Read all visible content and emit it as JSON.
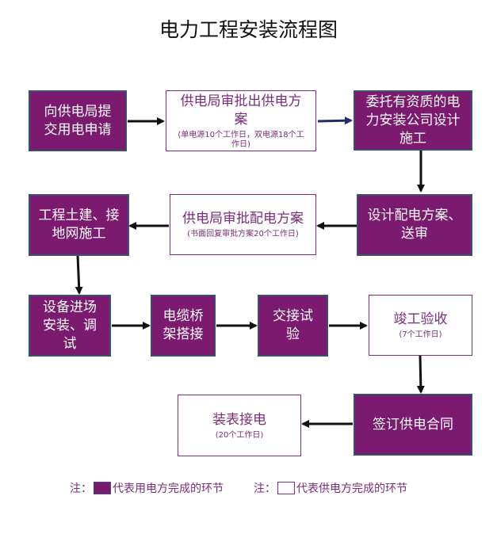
{
  "title": "电力工程安装流程图",
  "nodes": {
    "n1": {
      "text": "向供电局提交用电申请",
      "sub": ""
    },
    "n2": {
      "text": "供电局审批出供电方案",
      "sub": "(单电源10个工作日，双电源18个工作日)"
    },
    "n3": {
      "text": "委托有资质的电力安装公司设计施工",
      "sub": ""
    },
    "n4": {
      "text": "设计配电方案、送审",
      "sub": ""
    },
    "n5": {
      "text": "供电局审批配电方案",
      "sub": "(书面回复审批方案20个工作日)"
    },
    "n6": {
      "text": "工程土建、接地网施工",
      "sub": ""
    },
    "n7": {
      "text": "设备进场安装、调试",
      "sub": ""
    },
    "n8": {
      "text": "电缆桥架搭接",
      "sub": ""
    },
    "n9": {
      "text": "交接试验",
      "sub": ""
    },
    "n10": {
      "text": "竣工验收",
      "sub": "(7个工作日)"
    },
    "n11": {
      "text": "签订供电合同",
      "sub": ""
    },
    "n12": {
      "text": "装表接电",
      "sub": "(20个工作日)"
    }
  },
  "legend": {
    "note1_prefix": "注：",
    "note1_text": "代表用电方完成的环节",
    "note2_prefix": "注：",
    "note2_text": "代表供电方完成的环节"
  },
  "colors": {
    "filled": "#7B1A6E",
    "outline_text": "#7B2C7A",
    "arrow": "#111111",
    "arrow_blue": "#1F2D6B"
  }
}
